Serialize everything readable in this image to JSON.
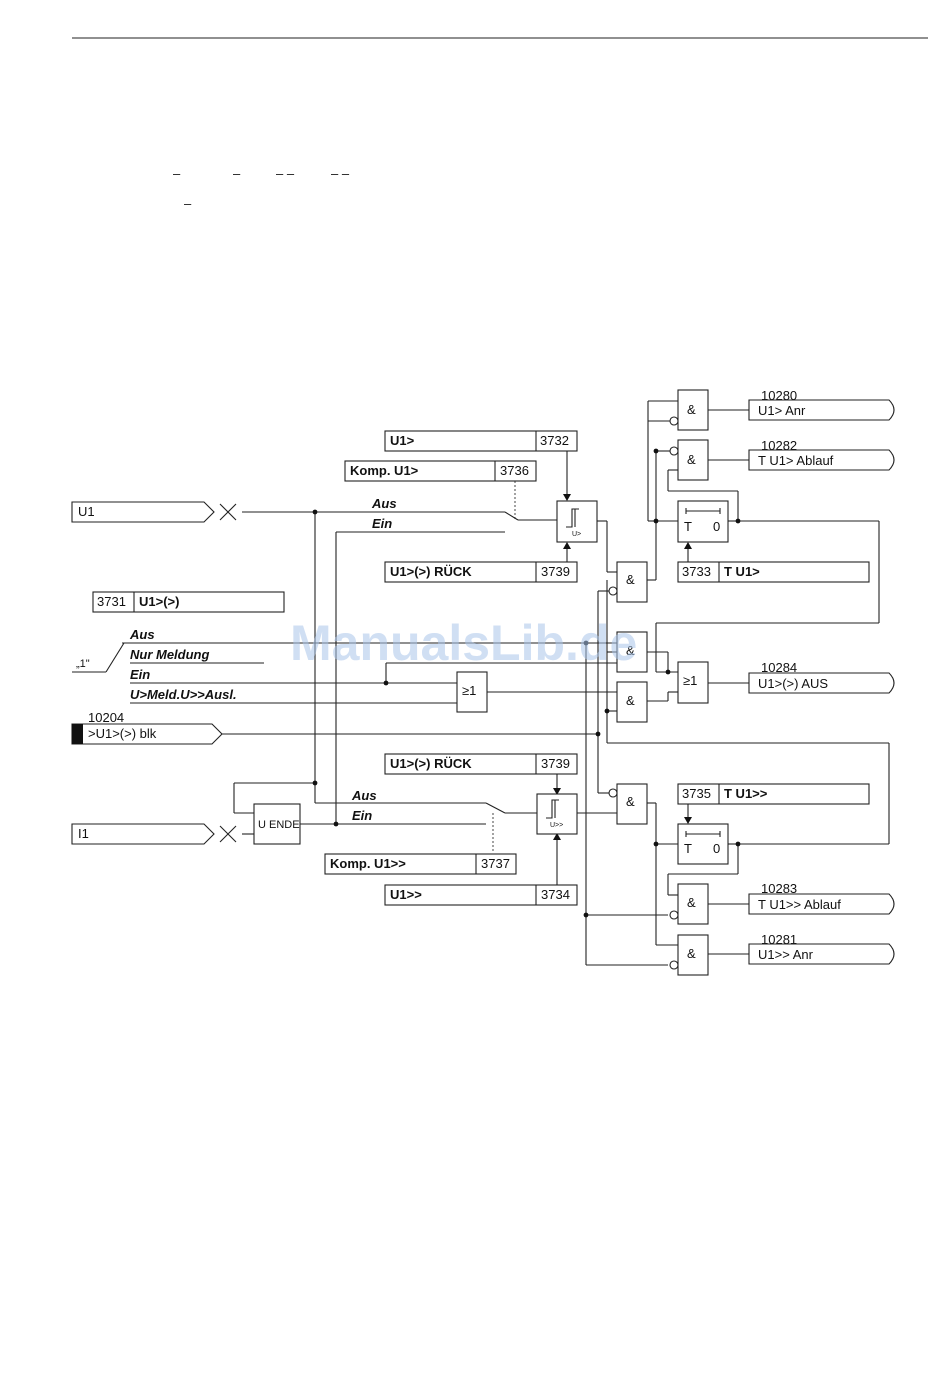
{
  "watermark": "ManualsLib.de",
  "header_marks": [
    "–",
    "–",
    "– –",
    "– –",
    "–"
  ],
  "params": {
    "u1": {
      "name": "U1>",
      "addr": "3732"
    },
    "komp_u1": {
      "name": "Komp. U1>",
      "addr": "3736"
    },
    "ruck_top": {
      "name": "U1>(>) RÜCK",
      "addr": "3739"
    },
    "mode": {
      "name": "U1>(>)",
      "addr": "3731"
    },
    "t_u1": {
      "name": "T U1>",
      "addr": "3733"
    },
    "ruck_bottom": {
      "name": "U1>(>) RÜCK",
      "addr": "3739"
    },
    "t_u1u": {
      "name": "T U1>>",
      "addr": "3735"
    },
    "komp_u1u": {
      "name": "Komp. U1>>",
      "addr": "3737"
    },
    "u1u": {
      "name": "U1>>",
      "addr": "3734"
    }
  },
  "inputs": {
    "u1": "U1",
    "i1": "I1",
    "blk": {
      "label": ">U1>(>) blk",
      "num": "10204"
    },
    "one": "„1\""
  },
  "options": {
    "aus": "Aus",
    "nur": "Nur Meldung",
    "ein": "Ein",
    "umeld": "U>Meld.U>>Ausl."
  },
  "switch_labels": {
    "aus": "Aus",
    "ein": "Ein"
  },
  "outputs": [
    {
      "num": "10280",
      "label": "U1> Anr"
    },
    {
      "num": "10282",
      "label": "T U1> Ablauf"
    },
    {
      "num": "10284",
      "label": "U1>(>) AUS"
    },
    {
      "num": "10283",
      "label": "T U1>> Ablauf"
    },
    {
      "num": "10281",
      "label": "U1>> Anr"
    }
  ],
  "gates": {
    "and": "&",
    "or": "≥1"
  },
  "timer": {
    "t": "T",
    "zero": "0"
  },
  "u_ende": "U ENDE",
  "comparator": {
    "top": "U>",
    "bottom": "U>>"
  }
}
